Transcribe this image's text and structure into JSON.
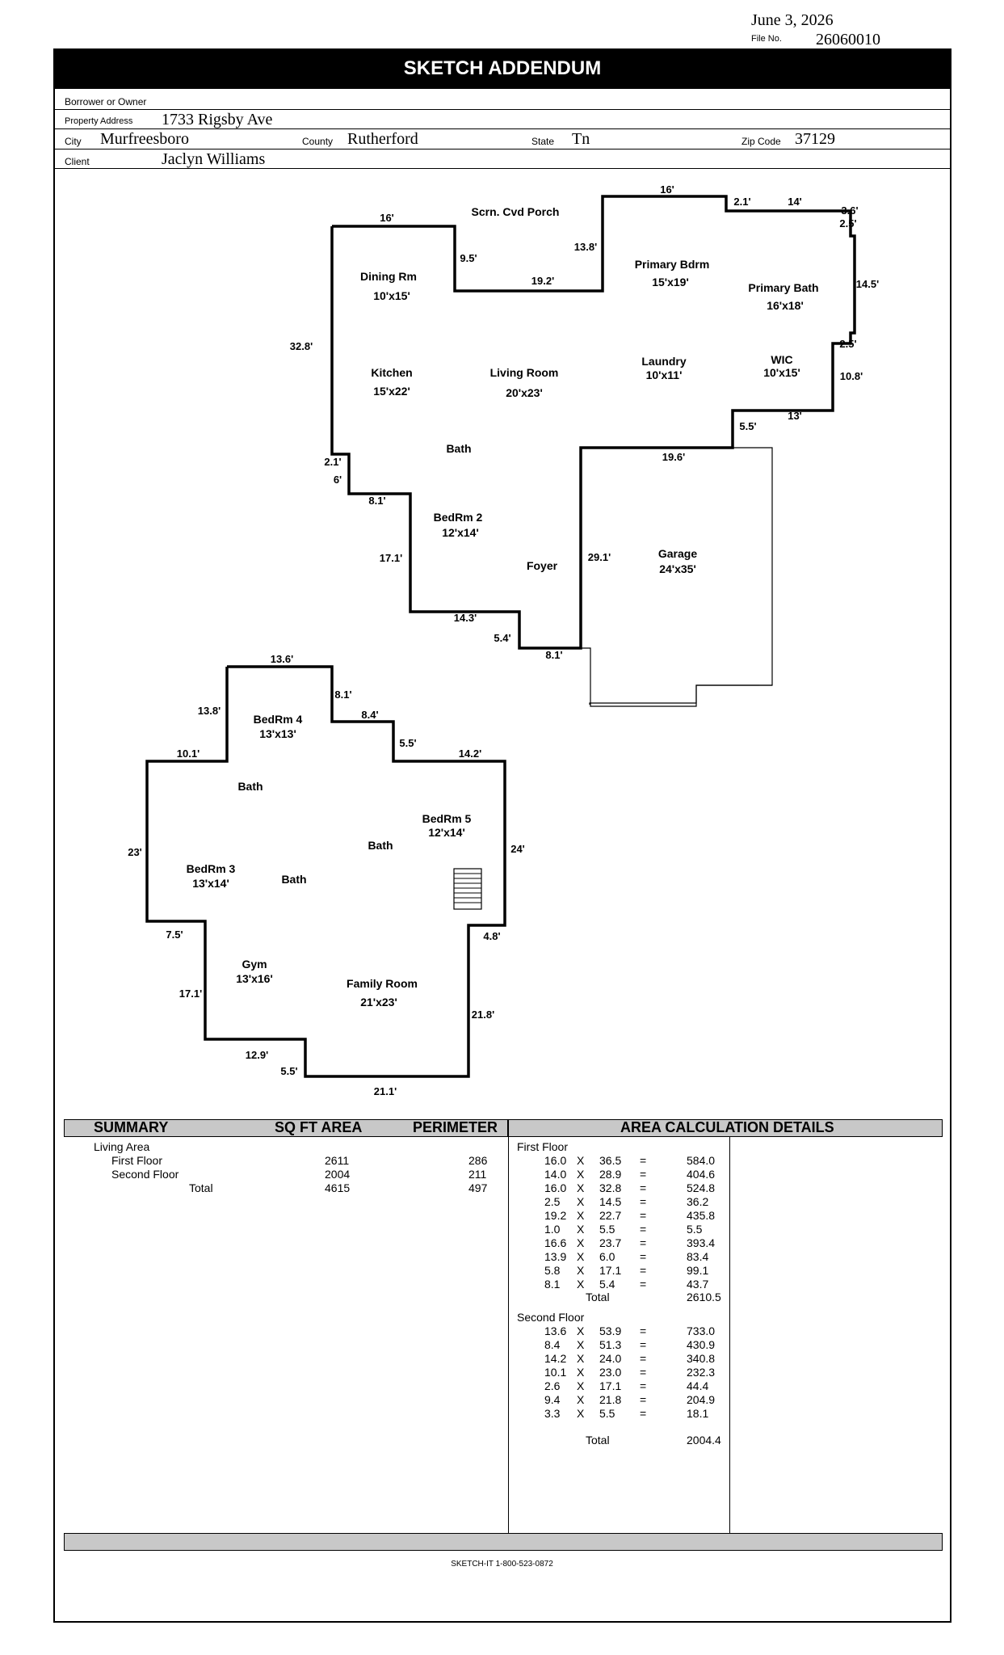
{
  "header": {
    "date": "June 3, 2026",
    "file_no_label": "File No.",
    "file_no": "26060010",
    "title": "SKETCH ADDENDUM"
  },
  "fields": {
    "borrower_label": "Borrower or Owner",
    "borrower": "",
    "address_label": "Property Address",
    "address": "1733 Rigsby Ave",
    "city_label": "City",
    "city": "Murfreesboro",
    "county_label": "County",
    "county": "Rutherford",
    "state_label": "State",
    "state": "Tn",
    "zip_label": "Zip Code",
    "zip": "37129",
    "client_label": "Client",
    "client": "Jaclyn Williams"
  },
  "plan": {
    "first_floor_rooms": [
      "Scrn. Cvd Porch",
      "Dining Rm",
      "10'x15'",
      "Primary Bdrm",
      "15'x19'",
      "Primary Bath",
      "16'x18'",
      "Kitchen",
      "15'x22'",
      "Living Room",
      "20'x23'",
      "Laundry",
      "10'x11'",
      "WIC",
      "10'x15'",
      "Bath",
      "BedRm 2",
      "12'x14'",
      "Foyer",
      "Garage",
      "24'x35'"
    ],
    "first_floor_dims": [
      "16'",
      "9.5'",
      "19.2'",
      "13.8'",
      "16'",
      "2.1'",
      "14'",
      "3.6'",
      "2.5'",
      "14.5'",
      "2.5'",
      "10.8'",
      "13'",
      "5.5'",
      "19.6'",
      "32.8'",
      "2.1'",
      "6'",
      "8.1'",
      "17.1'",
      "14.3'",
      "5.4'",
      "8.1'",
      "29.1'"
    ],
    "second_floor_rooms": [
      "BedRm 4",
      "13'x13'",
      "Bath",
      "BedRm 5",
      "12'x14'",
      "Bath",
      "BedRm 3",
      "13'x14'",
      "Bath",
      "Gym",
      "13'x16'",
      "Family Room",
      "21'x23'"
    ],
    "second_floor_dims": [
      "13.6'",
      "8.1'",
      "13.8'",
      "8.4'",
      "5.5'",
      "10.1'",
      "14.2'",
      "23'",
      "24'",
      "7.5'",
      "4.8'",
      "17.1'",
      "21.8'",
      "12.9'",
      "5.5'",
      "21.1'"
    ]
  },
  "summary": {
    "headers": [
      "SUMMARY",
      "SQ FT AREA",
      "PERIMETER",
      "AREA CALCULATION DETAILS"
    ],
    "group": "Living Area",
    "rows": [
      {
        "label": "First Floor",
        "area": "2611",
        "perimeter": "286"
      },
      {
        "label": "Second Floor",
        "area": "2004",
        "perimeter": "211"
      },
      {
        "label": "Total",
        "area": "4615",
        "perimeter": "497"
      }
    ]
  },
  "calc": {
    "first_floor_label": "First Floor",
    "first_floor": [
      [
        "16.0",
        "36.5",
        "584.0"
      ],
      [
        "14.0",
        "28.9",
        "404.6"
      ],
      [
        "16.0",
        "32.8",
        "524.8"
      ],
      [
        "2.5",
        "14.5",
        "36.2"
      ],
      [
        "19.2",
        "22.7",
        "435.8"
      ],
      [
        "1.0",
        "5.5",
        "5.5"
      ],
      [
        "16.6",
        "23.7",
        "393.4"
      ],
      [
        "13.9",
        "6.0",
        "83.4"
      ],
      [
        "5.8",
        "17.1",
        "99.1"
      ],
      [
        "8.1",
        "5.4",
        "43.7"
      ]
    ],
    "first_floor_total": "2610.5",
    "second_floor_label": "Second Floor",
    "second_floor": [
      [
        "13.6",
        "53.9",
        "733.0"
      ],
      [
        "8.4",
        "51.3",
        "430.9"
      ],
      [
        "14.2",
        "24.0",
        "340.8"
      ],
      [
        "10.1",
        "23.0",
        "232.3"
      ],
      [
        "2.6",
        "17.1",
        "44.4"
      ],
      [
        "9.4",
        "21.8",
        "204.9"
      ],
      [
        "3.3",
        "5.5",
        "18.1"
      ]
    ],
    "second_floor_total": "2004.4",
    "total_label": "Total",
    "x": "X",
    "eq": "="
  },
  "footer": "SKETCH-IT 1-800-523-0872"
}
